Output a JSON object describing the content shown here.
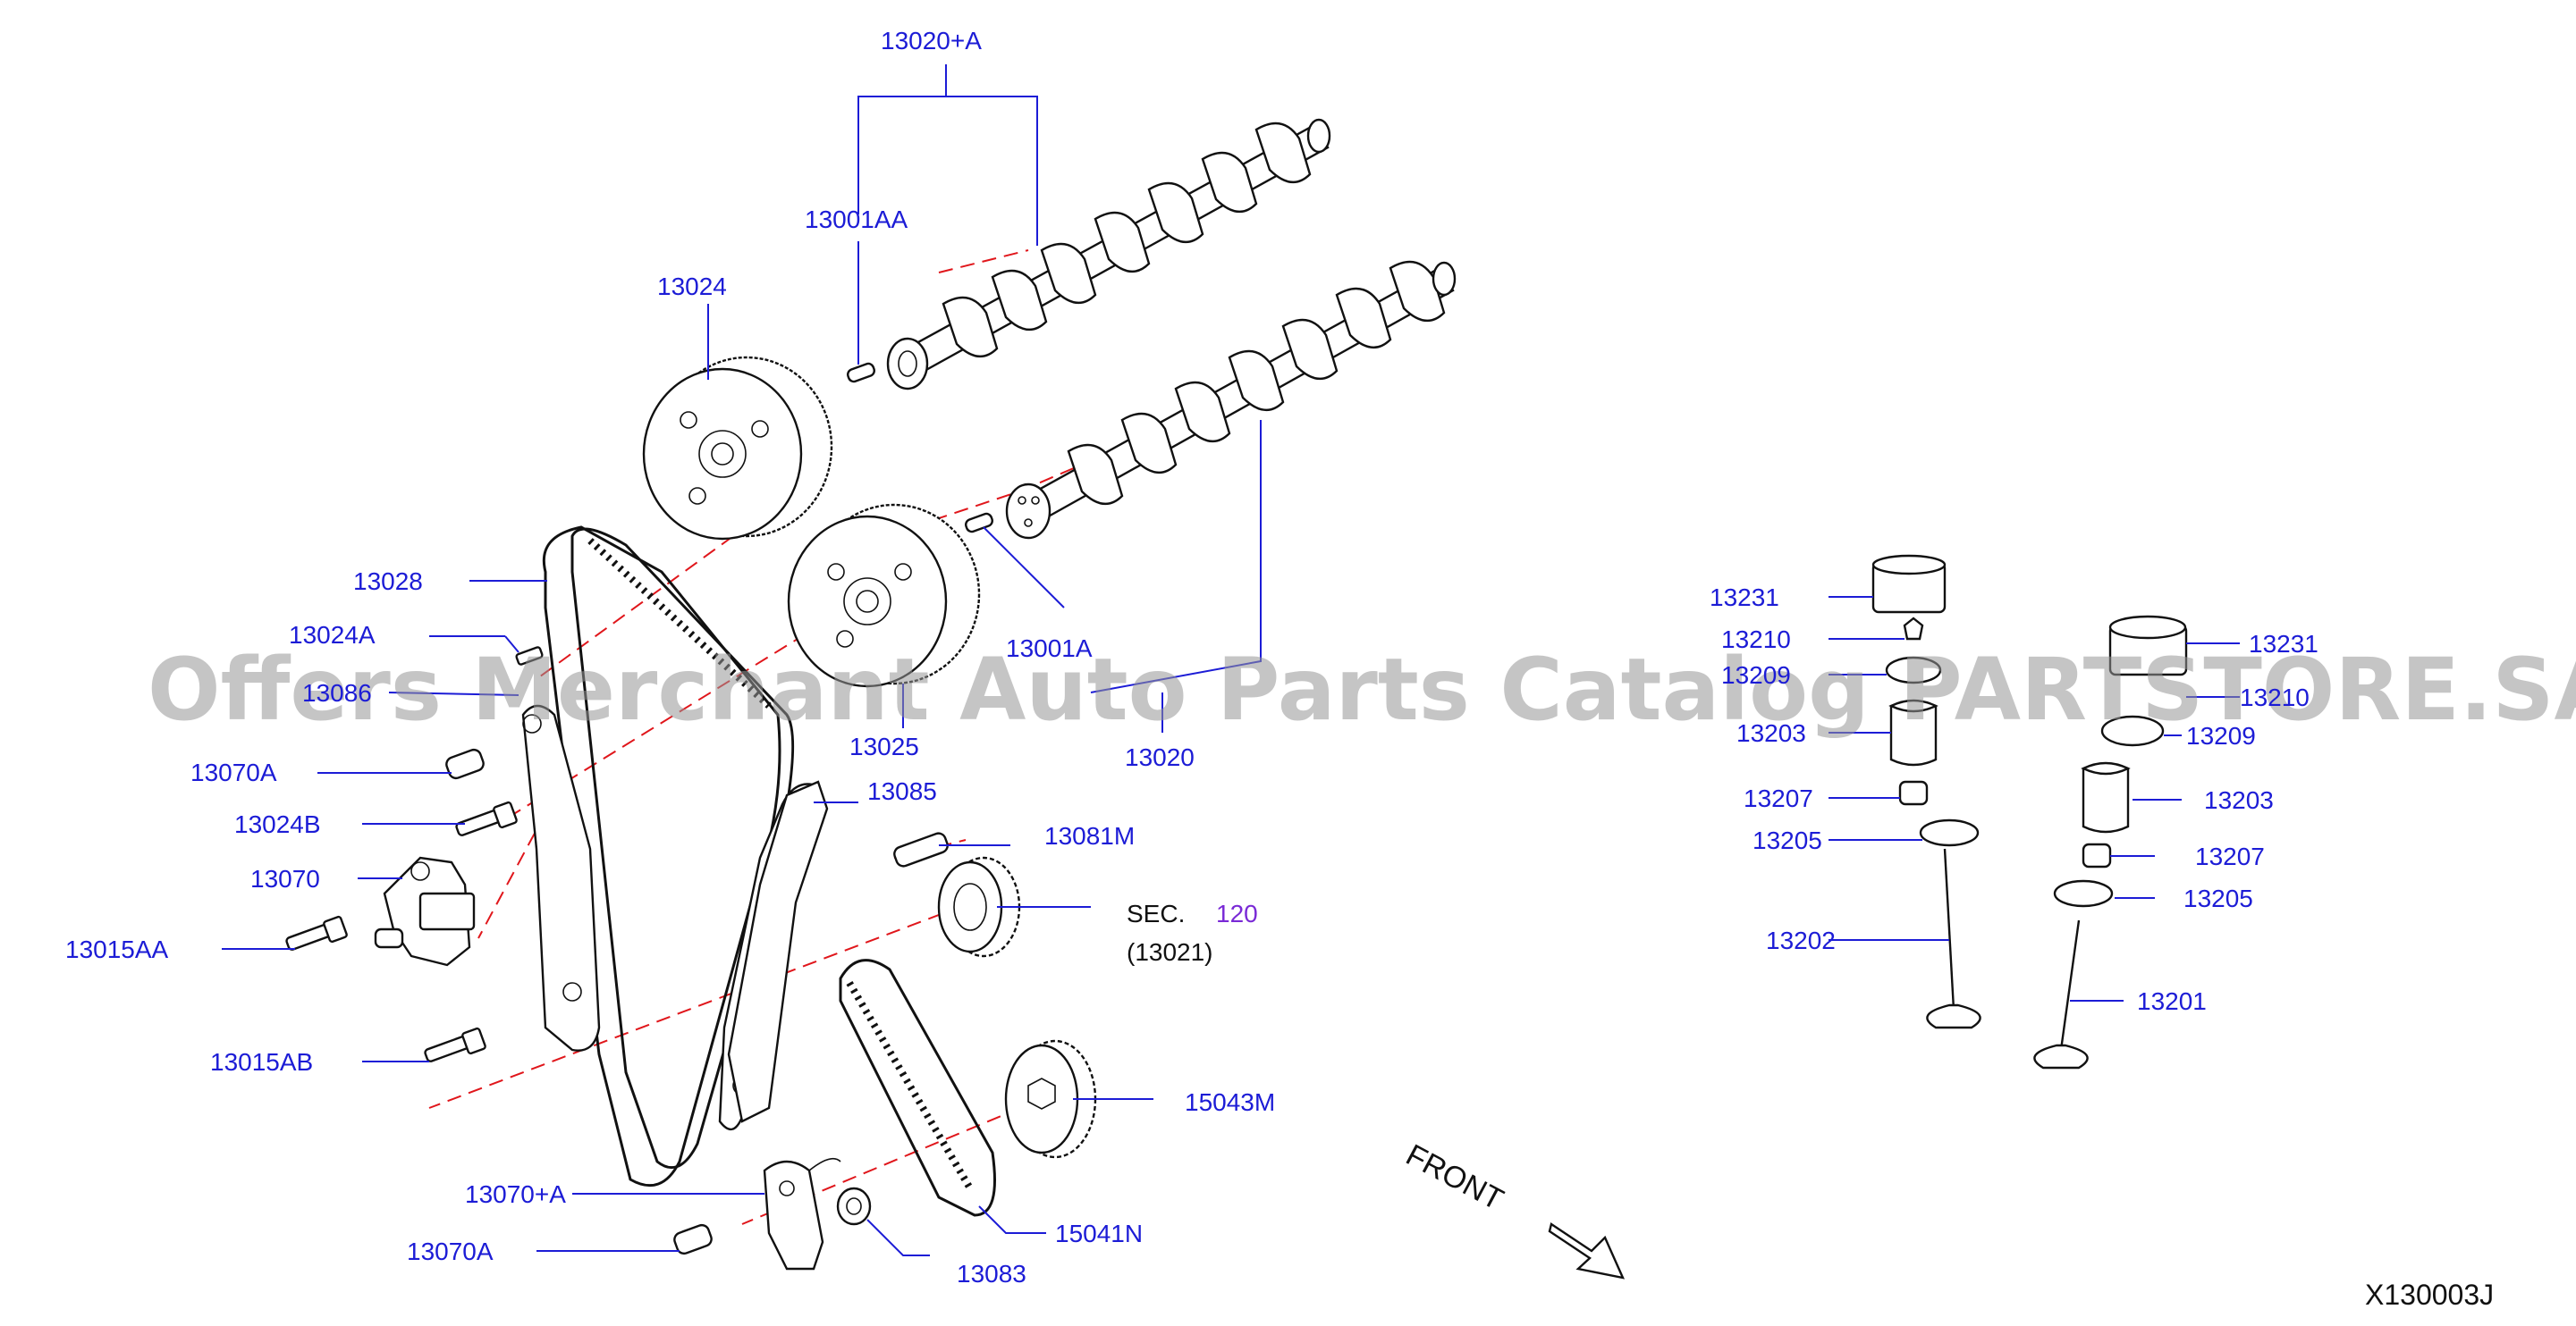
{
  "diagram": {
    "code": "X130003J",
    "front_label": "FRONT",
    "watermark": "Offers Merchant Auto Parts Catalog PARTSTORE.SA",
    "section_ref": {
      "prefix": "SEC.",
      "number": "120",
      "part": "(13021)"
    },
    "labels": {
      "p13020_A": "13020+A",
      "p13001AA": "13001AA",
      "p13024": "13024",
      "p13028": "13028",
      "p13024A": "13024A",
      "p13086": "13086",
      "p13070A_top": "13070A",
      "p13024B": "13024B",
      "p13070": "13070",
      "p13015AA": "13015AA",
      "p13015AB": "13015AB",
      "p13070_A": "13070+A",
      "p13070A_bottom": "13070A",
      "p13025": "13025",
      "p13001A": "13001A",
      "p13020": "13020",
      "p13085": "13085",
      "p13081M": "13081M",
      "p15043M": "15043M",
      "p15041N": "15041N",
      "p13083": "13083",
      "v13231_left": "13231",
      "v13210_left": "13210",
      "v13209_left": "13209",
      "v13203_left": "13203",
      "v13207_left": "13207",
      "v13205_left": "13205",
      "v13202": "13202",
      "v13231_right": "13231",
      "v13210_right": "13210",
      "v13209_right": "13209",
      "v13203_right": "13203",
      "v13207_right": "13207",
      "v13205_right": "13205",
      "v13201": "13201"
    },
    "colors": {
      "label": "#1c1cd6",
      "centerline": "#e0161b",
      "section": "#7a2ad6",
      "outline": "#111111"
    }
  }
}
